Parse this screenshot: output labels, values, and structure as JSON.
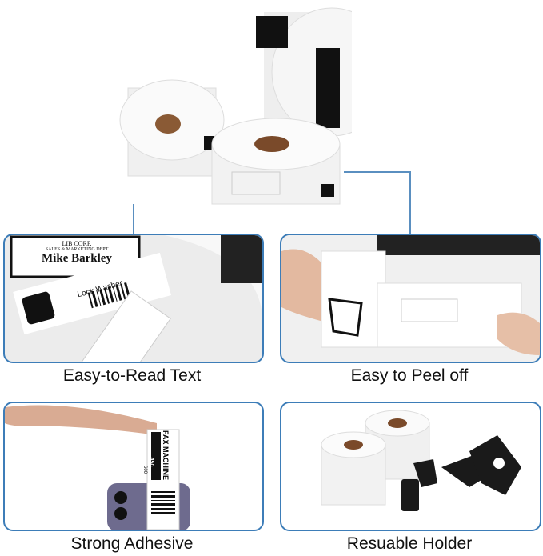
{
  "captions": {
    "top_left": "Easy-to-Read Text",
    "top_right": "Easy to Peel off",
    "bottom_left": "Strong Adhesive",
    "bottom_right": "Resuable Holder"
  },
  "sample_labels": {
    "name_badge": {
      "company": "LIB CORP.",
      "dept": "SALES & MARKETING DEPT",
      "name": "Mike Barkley"
    },
    "part_label": {
      "title": "Lock Washer"
    },
    "fax_label": {
      "title": "FAX MACHINE",
      "badge": "450",
      "price": "600"
    }
  },
  "colors": {
    "panel_border": "#3d7db8",
    "connector": "#5a8fc0"
  }
}
